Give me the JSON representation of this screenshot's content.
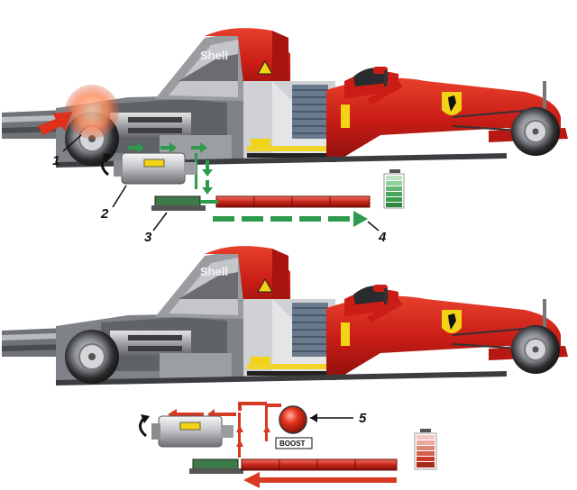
{
  "diagram": {
    "callouts": [
      {
        "id": "1",
        "label": "1"
      },
      {
        "id": "2",
        "label": "2"
      },
      {
        "id": "3",
        "label": "3"
      },
      {
        "id": "4",
        "label": "4"
      },
      {
        "id": "5",
        "label": "5"
      }
    ],
    "car_branding": {
      "sponsor_top": "Shell",
      "sponsor_bottom": "Shell"
    },
    "boost_button": {
      "label": "BOOST"
    },
    "colors": {
      "car_red": "#d0201a",
      "charge_flow": "#2e9a4e",
      "discharge_flow": "#d63a22",
      "battery_full": "#3a9c4c",
      "battery_drain": "#c83a2a",
      "chassis_grey": "#8a8d92"
    },
    "icons": {
      "rotation": "curved-rotation-arrow-icon",
      "brake_input": "red-input-arrow-icon",
      "boost": "boost-button-icon",
      "battery": "battery-level-icon"
    }
  }
}
